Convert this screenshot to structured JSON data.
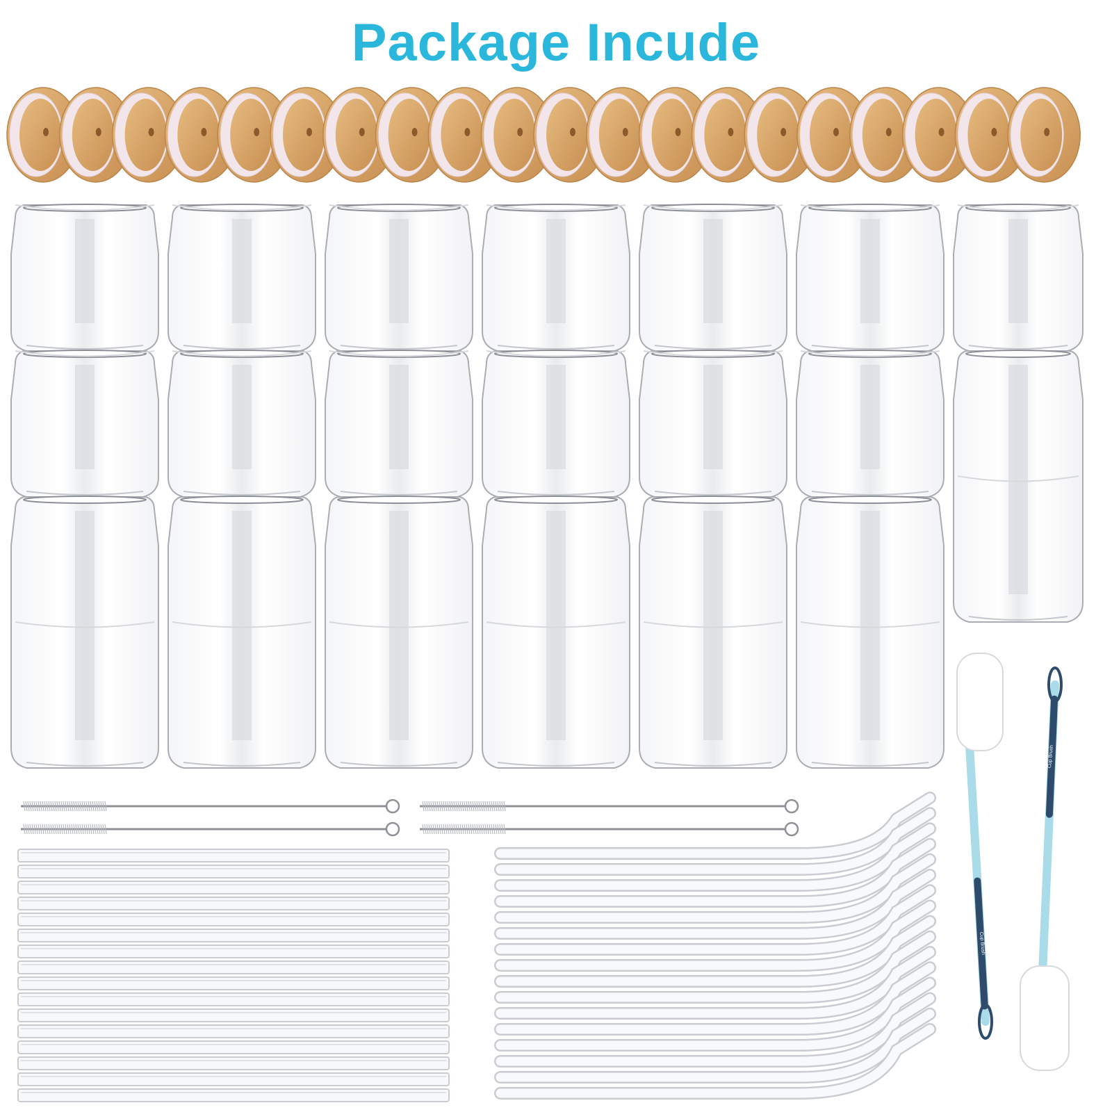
{
  "title": "Package Incude",
  "colors": {
    "title": "#2bb7dc",
    "lid_wood": "#d9a86c",
    "lid_wood_dark": "#b9854a",
    "lid_ring": "#f3e6ea",
    "glass_edge": "#a9adb3",
    "straw": "#c9ccd1",
    "brush_handle": "#a9dbe8",
    "brush_accent": "#2f4b6c"
  },
  "items": {
    "lids": {
      "count": 20,
      "icon": "bamboo-lid-icon"
    },
    "glass_cans": {
      "count": 20,
      "icon": "glass-can-icon"
    },
    "straight_straws": {
      "count": 16,
      "icon": "straight-straw-icon"
    },
    "bent_straws": {
      "count": 16,
      "icon": "bent-straw-icon"
    },
    "straw_brushes": {
      "count": 4,
      "icon": "straw-brush-icon"
    },
    "sponge_brushes": {
      "count": 2,
      "icon": "sponge-brush-icon",
      "label": "Cup Brush"
    }
  }
}
